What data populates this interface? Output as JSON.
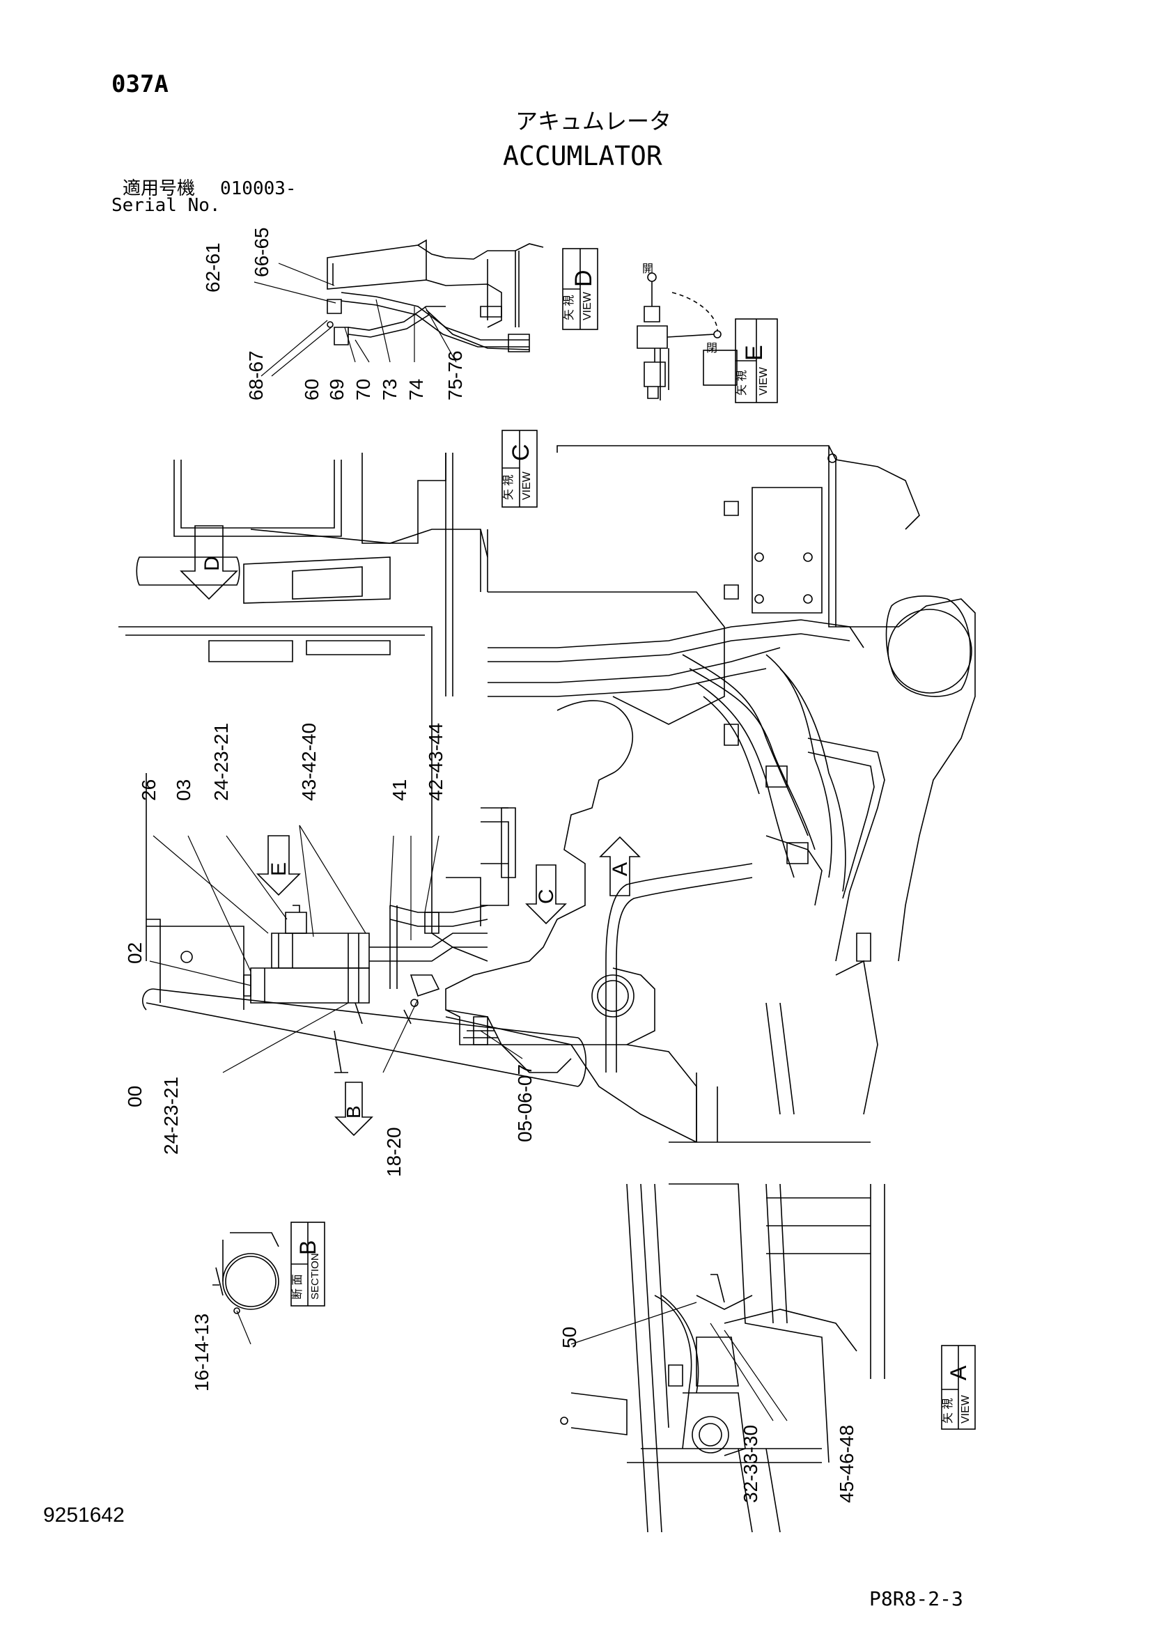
{
  "page_code": "037A",
  "title_jp": "アキュムレータ",
  "title_en": "ACCUMLATOR",
  "serial": {
    "label_jp": "適用号機",
    "value": "010003-",
    "label_en": "Serial No."
  },
  "document_number": "9251642",
  "sheet_ref": "P8R8-2-3",
  "view_boxes": [
    {
      "id": "D",
      "jp": "矢 視",
      "en": "VIEW"
    },
    {
      "id": "E",
      "jp": "矢 視",
      "en": "VIEW"
    },
    {
      "id": "C",
      "jp": "矢 視",
      "en": "VIEW"
    },
    {
      "id": "B",
      "jp": "断 面",
      "en": "SECTION"
    },
    {
      "id": "A",
      "jp": "矢 視",
      "en": "VIEW"
    }
  ],
  "direction_arrows": [
    "D",
    "E",
    "C",
    "A",
    "B"
  ],
  "valve_labels": {
    "open": "開",
    "closed": "閉"
  },
  "callouts": {
    "view_d": [
      "62-61",
      "66-65",
      "68-67",
      "60",
      "69",
      "70",
      "73",
      "74",
      "75-76"
    ],
    "main": [
      "26",
      "03",
      "24-23-21",
      "43-42-40",
      "41",
      "42-43-44",
      "02",
      "00",
      "24-23-21",
      "18-20",
      "05-06-07"
    ],
    "section_b": [
      "16-14-13"
    ],
    "view_a": [
      "50",
      "32-33-30",
      "45-46-48"
    ]
  }
}
